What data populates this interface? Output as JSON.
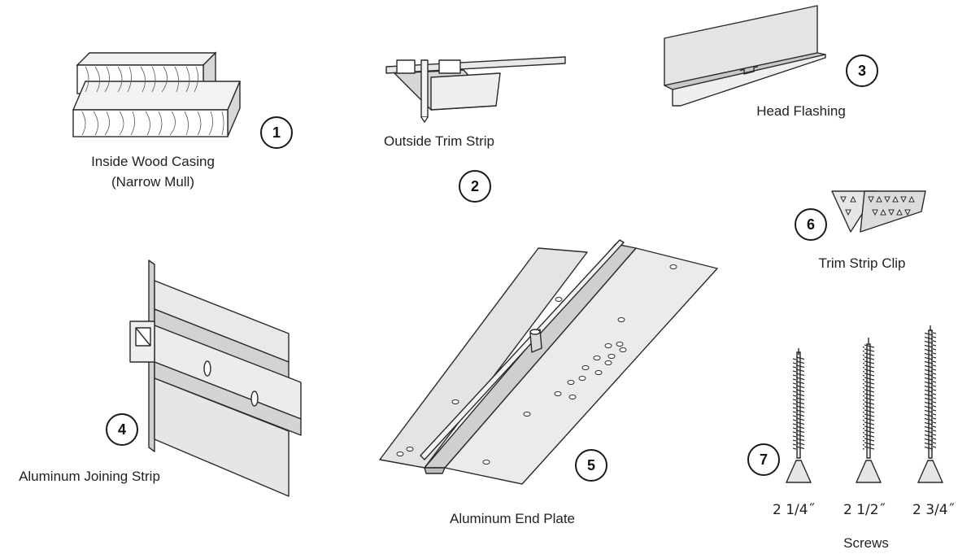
{
  "parts": [
    {
      "number": "1",
      "name_lines": [
        "Inside Wood Casing",
        "(Narrow Mull)"
      ],
      "icon": "wood-casing-icon"
    },
    {
      "number": "2",
      "name_lines": [
        "Outside Trim Strip"
      ],
      "icon": "trim-strip-icon"
    },
    {
      "number": "3",
      "name_lines": [
        "Head Flashing"
      ],
      "icon": "head-flashing-icon"
    },
    {
      "number": "4",
      "name_lines": [
        "Aluminum Joining Strip"
      ],
      "icon": "joining-strip-icon"
    },
    {
      "number": "5",
      "name_lines": [
        "Aluminum End Plate"
      ],
      "icon": "end-plate-icon"
    },
    {
      "number": "6",
      "name_lines": [
        "Trim Strip Clip"
      ],
      "icon": "trim-clip-icon"
    },
    {
      "number": "7",
      "name_lines": [
        "Screws"
      ],
      "icon": "screws-icon"
    }
  ],
  "screw_sizes": [
    "2 1/4˝",
    "2 1/2˝",
    "2 3/4˝"
  ],
  "colors": {
    "line": "#2a2a2a",
    "fill": "#e6e6e6",
    "shade": "#bdbdbd"
  }
}
